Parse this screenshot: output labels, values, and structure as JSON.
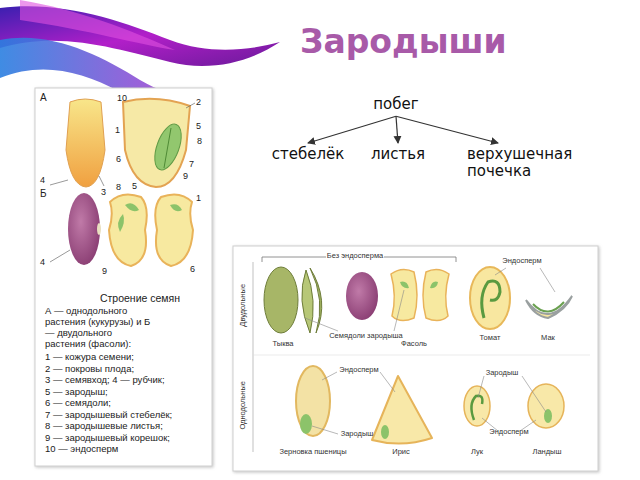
{
  "diagram": {
    "title": "Зародыши",
    "nodes": [
      {
        "text": [
          "побег"
        ]
      },
      {
        "text": [
          "стебелёк"
        ]
      },
      {
        "text": [
          "листья"
        ]
      },
      {
        "text": [
          "верхушечная почечка"
        ]
      }
    ],
    "edges": [
      {
        "from": 0,
        "to": 1,
        "arrow": "to"
      },
      {
        "from": 0,
        "to": 2,
        "arrow": "to"
      },
      {
        "from": 0,
        "to": 3,
        "arrow": "to"
      }
    ],
    "labels": [
      "А",
      "10",
      "2",
      "1",
      "5",
      "8",
      "6",
      "7",
      "9",
      "4",
      "3",
      "Б",
      "8",
      "5",
      "1",
      "4",
      "9",
      "6",
      "Строение семян",
      "А — однодольного растения (кукурузы) и Б — двудольного растения (фасоли):",
      "1 — кожура семени;",
      "2 — покровы плода;",
      "3 — семявход; 4 — рубчик;",
      "5 — зародыш;",
      "6 — семядоли;",
      "7 — зародышевый стебелёк;",
      "8 — зародышевые листья;",
      "9 — зародышевый корешок;",
      "10 — эндосперм",
      "Без эндосперма",
      "Эндосперм",
      "Двудольные",
      "Тыква",
      "Семядоли зародыша",
      "Фасоль",
      "Томат",
      "Мак",
      "Однодольные",
      "Эндосперм",
      "Зародыш",
      "Зародыш",
      "Эндосперм",
      "Зерновка пшеницы",
      "Ирис",
      "Лук",
      "Ландыш"
    ]
  }
}
